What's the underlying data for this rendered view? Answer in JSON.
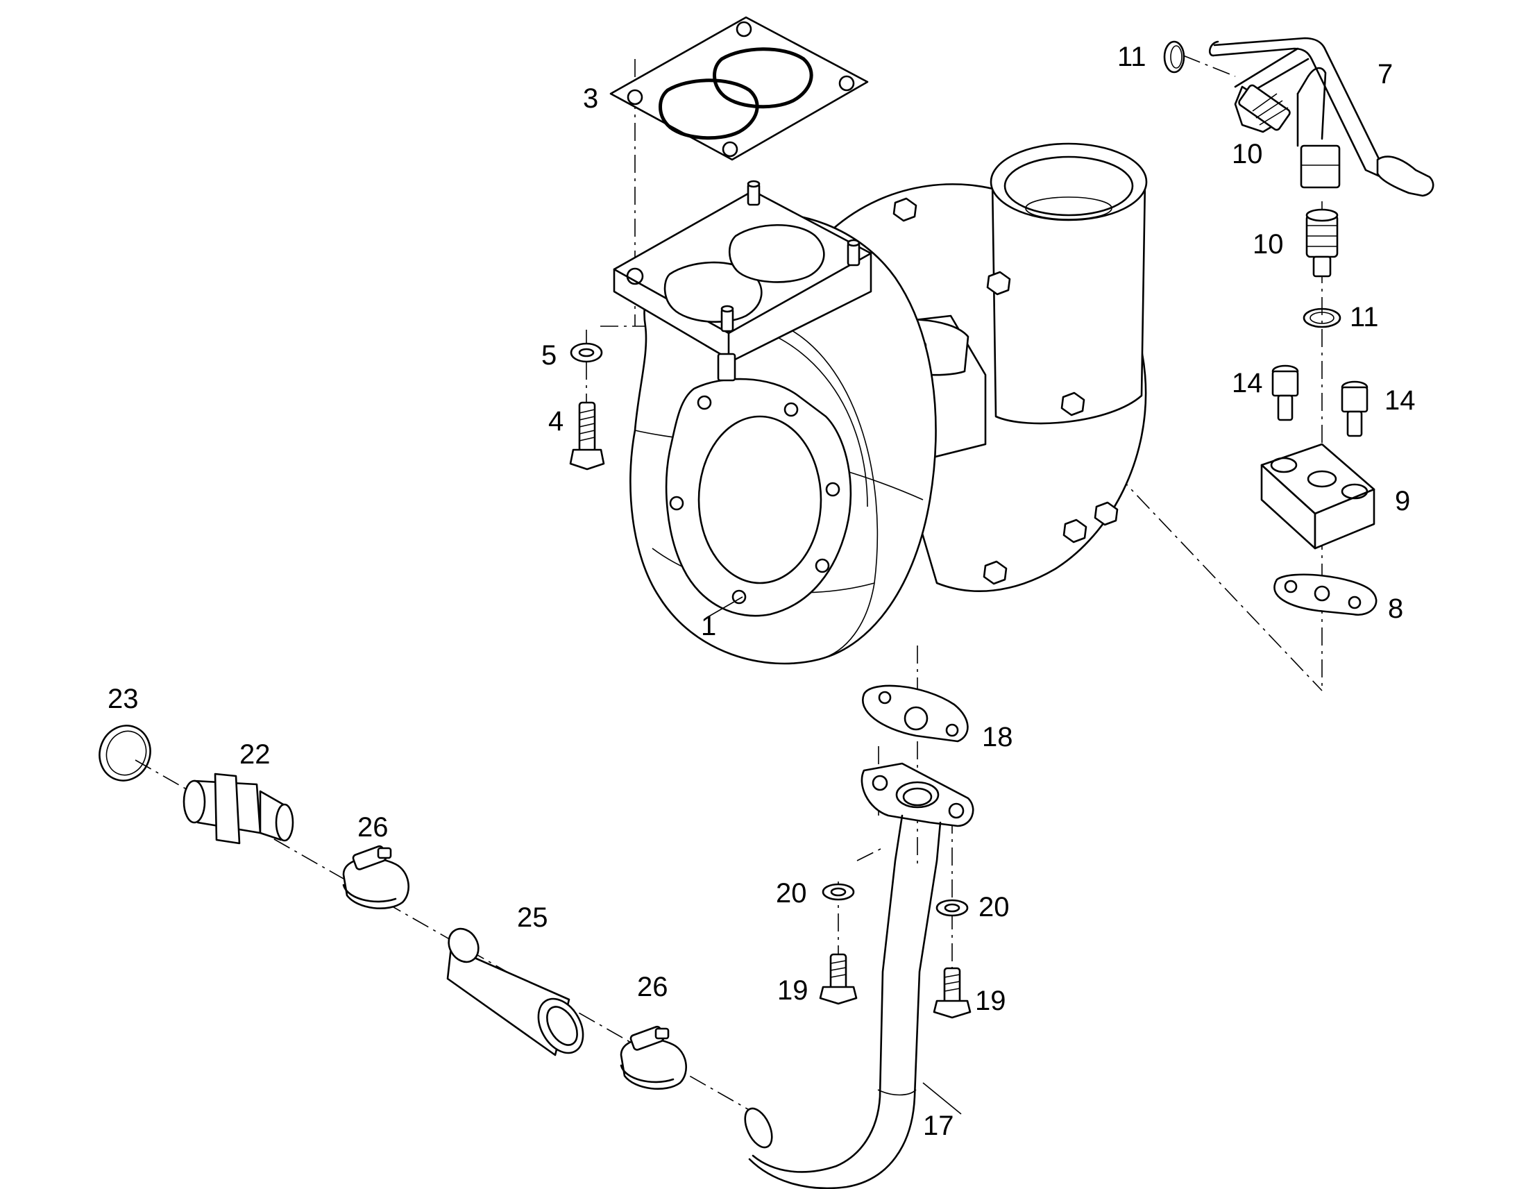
{
  "callouts": {
    "p1": "1",
    "p3": "3",
    "p4": "4",
    "p5": "5",
    "p7": "7",
    "p8": "8",
    "p9": "9",
    "p10a": "10",
    "p10b": "10",
    "p11a": "11",
    "p11b": "11",
    "p14a": "14",
    "p14b": "14",
    "p17": "17",
    "p18": "18",
    "p19a": "19",
    "p19b": "19",
    "p20a": "20",
    "p20b": "20",
    "p22": "22",
    "p23": "23",
    "p25": "25",
    "p26a": "26",
    "p26b": "26"
  }
}
